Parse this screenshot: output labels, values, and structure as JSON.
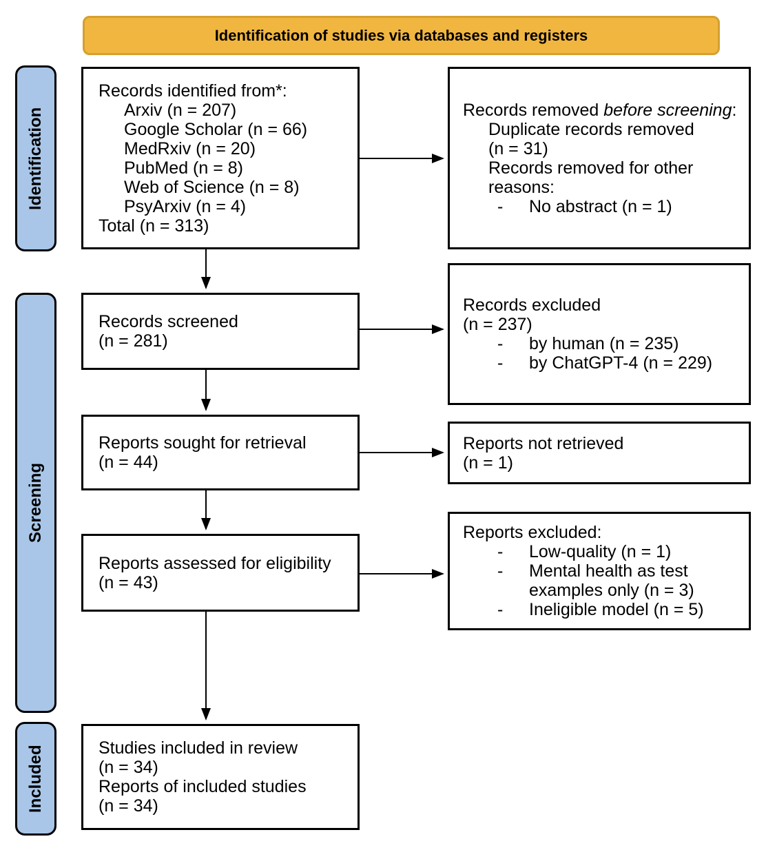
{
  "colors": {
    "banner_bg": "#F1B63F",
    "banner_border": "#D5A02F",
    "stage_bg": "#A9C6E8",
    "ink": "#000000",
    "paper": "#FFFFFF"
  },
  "glyphs": {
    "dash": "-"
  },
  "banner": {
    "label": "Identification of studies via databases and registers"
  },
  "stages": {
    "identification": "Identification",
    "screening": "Screening",
    "included": "Included"
  },
  "flow": {
    "records_identified": {
      "l1": "Records identified from*:",
      "l2": "Arxiv (n = 207)",
      "l3": "Google Scholar (n = 66)",
      "l4": "MedRxiv (n = 20)",
      "l5": "PubMed (n = 8)",
      "l6": "Web of Science (n = 8)",
      "l7": "PsyArxiv (n = 4)",
      "l8": "Total (n = 313)"
    },
    "records_removed": {
      "l1a": "Records removed ",
      "l1b": "before screening",
      "l1c": ":",
      "l2": "Duplicate records removed",
      "l3": "(n = 31)",
      "l4": "Records removed for other",
      "l5": "reasons:",
      "b1": "No abstract (n = 1)"
    },
    "records_screened": {
      "l1": "Records screened",
      "l2": "(n = 281)"
    },
    "records_excluded": {
      "l1": "Records excluded",
      "l2": "(n = 237)",
      "b1": "by human (n = 235)",
      "b2": "by ChatGPT-4 (n = 229)"
    },
    "reports_sought": {
      "l1": "Reports sought for retrieval",
      "l2": "(n = 44)"
    },
    "reports_not_retrieved": {
      "l1": "Reports not retrieved",
      "l2": "(n = 1)"
    },
    "reports_assessed": {
      "l1": "Reports assessed for eligibility",
      "l2": "(n = 43)"
    },
    "reports_excluded": {
      "l1": "Reports excluded:",
      "b1": "Low-quality (n = 1)",
      "b2a": "Mental health as test",
      "b2b": "examples only (n = 3)",
      "b3": "Ineligible model (n = 5)"
    },
    "studies_included": {
      "l1": "Studies included in review",
      "l2": "(n = 34)",
      "l3": "Reports of included studies",
      "l4": "(n = 34)"
    }
  }
}
